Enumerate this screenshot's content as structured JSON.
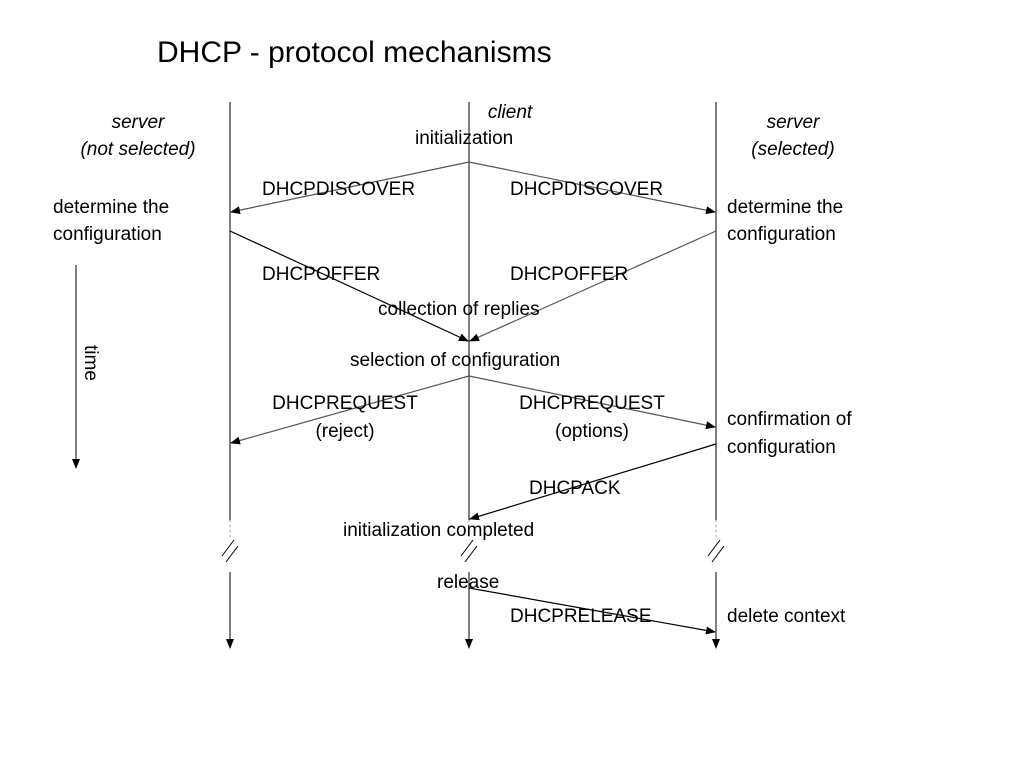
{
  "title": "DHCP - protocol mechanisms",
  "lanes": {
    "server_not_selected": [
      "server",
      "(not selected)"
    ],
    "client": "client",
    "server_selected": [
      "server",
      "(selected)"
    ]
  },
  "time_label": "time",
  "client_events": {
    "initialization": "initialization",
    "collection_of_replies": "collection of replies",
    "selection_of_configuration": "selection of configuration",
    "initialization_completed": "initialization completed",
    "release": "release"
  },
  "server_events": {
    "left_determine": [
      "determine the",
      "configuration"
    ],
    "right_determine": [
      "determine the",
      "configuration"
    ],
    "right_confirmation": [
      "confirmation of",
      "configuration"
    ],
    "right_delete": "delete context"
  },
  "messages": {
    "discover_left": "DHCPDISCOVER",
    "discover_right": "DHCPDISCOVER",
    "offer_left": "DHCPOFFER",
    "offer_right": "DHCPOFFER",
    "request_left": [
      "DHCPREQUEST",
      "(reject)"
    ],
    "request_right": [
      "DHCPREQUEST",
      "(options)"
    ],
    "ack": "DHCPACK",
    "release": "DHCPRELEASE"
  }
}
